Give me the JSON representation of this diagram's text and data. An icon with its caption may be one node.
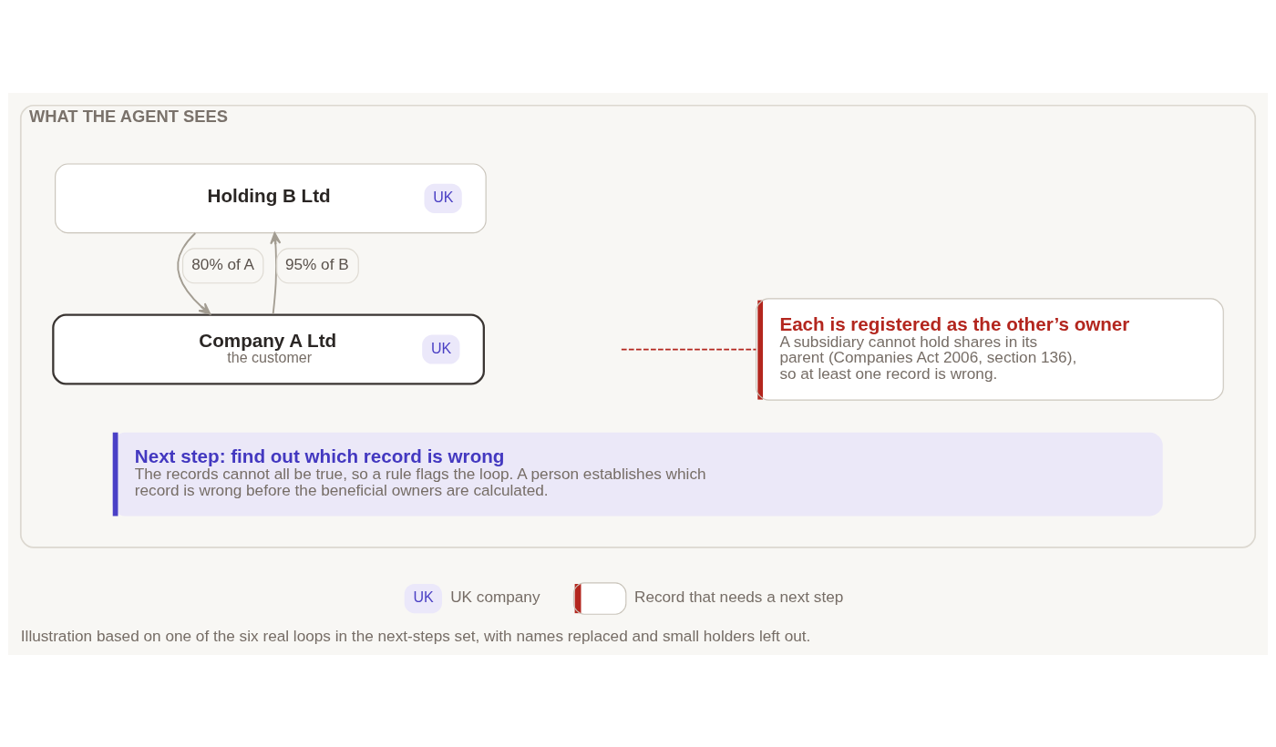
{
  "diagram": {
    "caption": "Illustration based on one of the six real loops in the next-steps set, with names replaced and small holders left out.",
    "nodes": [
      {
        "text": [
          "WHAT THE AGENT SEES"
        ]
      },
      {
        "text": [
          "Holding B Ltd",
          "UK"
        ],
        "in": 0
      },
      {
        "text": [
          "Company A Ltd",
          "the customer",
          "UK"
        ],
        "in": 0
      },
      {
        "text": [
          "Each is registered as the other’s owner",
          "A subsidiary cannot hold shares in its parent (Companies Act 2006, section 136), so at least one record is wrong."
        ],
        "in": 0
      },
      {
        "text": [
          "Next step: find out which record is wrong",
          "The records cannot all be true, so a rule flags the loop. A person establishes which record is wrong before the beneficial owners are calculated."
        ],
        "in": 0
      }
    ],
    "edges": [
      {
        "from": 1,
        "to": 2,
        "arrow": "to",
        "label": "80% of A"
      },
      {
        "from": 2,
        "to": 1,
        "arrow": "to",
        "label": "95% of B"
      },
      {
        "from": 3,
        "to": null,
        "arrow": "none",
        "style": "dashed",
        "color": "#b3261e"
      }
    ],
    "labels": [
      "UK"
    ],
    "legend": [
      {
        "text": "UK company",
        "color": "#ebe8fa"
      },
      {
        "text": "Record that needs a next step"
      }
    ]
  }
}
